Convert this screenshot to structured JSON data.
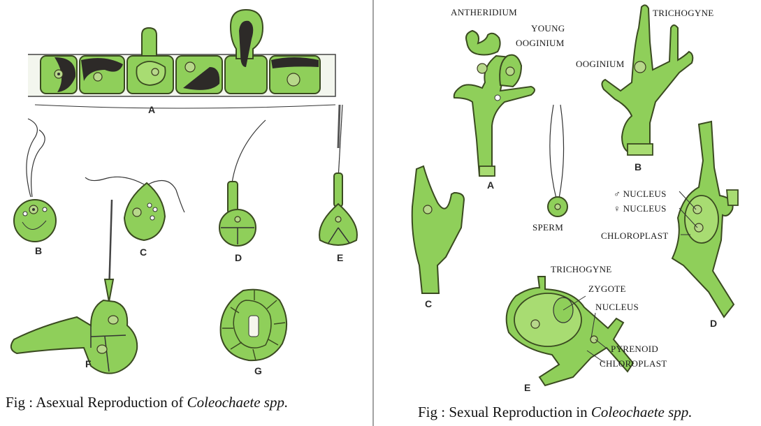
{
  "left_panel": {
    "labels": {
      "A": "A",
      "B": "B",
      "C": "C",
      "D": "D",
      "E": "E",
      "F": "F",
      "G": "G"
    },
    "caption_prefix": "Fig : Asexual Reproduction of ",
    "caption_italic": "Coleochaete spp."
  },
  "right_panel": {
    "labels": {
      "A": "A",
      "B": "B",
      "C": "C",
      "D": "D",
      "E": "E"
    },
    "annotations": {
      "antheridium": "ANTHERIDIUM",
      "young": "YOUNG",
      "ooginium_young": "OOGINIUM",
      "trichogyne_b": "TRICHOGYNE",
      "ooginium_b": "OOGINIUM",
      "sperm": "SPERM",
      "male_nucleus": "♂ NUCLEUS",
      "female_nucleus": "♀ NUCLEUS",
      "chloroplast_d": "CHLOROPLAST",
      "trichogyne_e": "TRICHOGYNE",
      "zygote": "ZYGOTE",
      "nucleus_e": "NUCLEUS",
      "pyrenoid": "PYRENOID",
      "chloroplast_e": "CHLOROPLAST"
    },
    "caption_prefix": "Fig : Sexual Reproduction in ",
    "caption_italic": "Coleochaete spp."
  },
  "colors": {
    "cell_green": "#8fcf5a",
    "outline": "#3a4a20",
    "chromatophore_dark": "#2d2a28"
  }
}
